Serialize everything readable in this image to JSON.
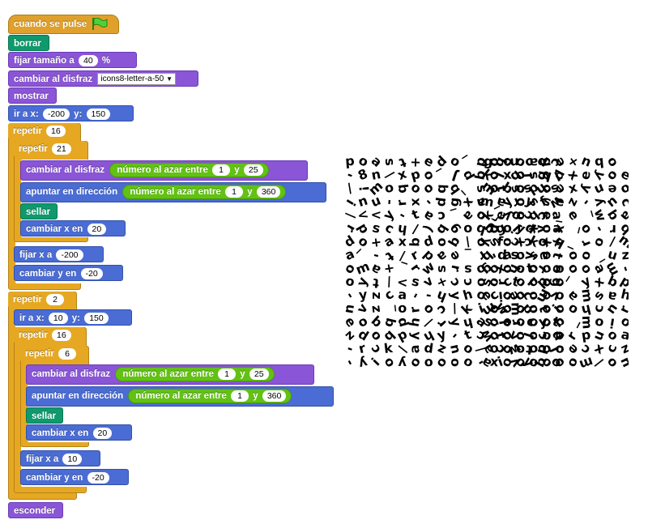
{
  "script": {
    "when_flag": "cuando se pulse",
    "clear": "borrar",
    "set_size": "fijar tamaño a",
    "size_value": "40",
    "size_unit": "%",
    "switch_costume": "cambiar al disfraz",
    "costume_name": "icons8-letter-a-50",
    "show": "mostrar",
    "goto_x": "ir a x:",
    "goto_y": "y:",
    "goto1_x": "-200",
    "goto1_y": "150",
    "repeat": "repetir",
    "rep_outer1": "16",
    "rep_inner1": "21",
    "pick_random": "número al azar entre",
    "rand_y_and": "y",
    "rand_lo": "1",
    "rand_hi_costume": "25",
    "point_dir": "apuntar en dirección",
    "rand_hi_dir": "360",
    "stamp": "sellar",
    "change_x": "cambiar x en",
    "change_x_val": "20",
    "set_x": "fijar x a",
    "set_x_val1": "-200",
    "change_y": "cambiar y en",
    "change_y_val": "-20",
    "rep_outer2": "2",
    "goto2_x": "10",
    "goto2_y": "150",
    "rep_mid2": "16",
    "rep_inner2": "6",
    "set_x_val2": "10",
    "hide": "esconder"
  },
  "stage": {
    "lines": [
      "doast+edo_doooage+ubo",
      "-8n/xpo_Jpqoxosbpxeyoe",
      "/!mobooqb_sobodoexyneo",
      "ᴉun-ɹx-pgxɐ_yossez-ʎuɔs",
      "/<<ʎ-ʇɐɔ_ɐo^ʎoqe_e_ʍqɐɥ",
      "ɹpscɥ/)q6oqpoyxox_o-ɹbb",
      "po+ɐxbpoq/osoxkxq_ɹo/ɯ",
      "ɐ_-ʇ/ɹpɐe_ɹ-ɐoso-oo_nzo",
      "oɯɐ+_ɹʍsɹsoooooooooɐɯ-",
      "oʎʇ/>sʌ+cɔoocoooo_ʎxqp",
      "-ʎzɔɐ--ɥʎɥocoooooɐɯsɐɥ",
      "uʌz_oɹoɔ/ʞioooooooɥɔuɹ",
      "eoqqpɥ/ɹʎɥɐoooooq_ɯoio",
      "zdobpʎɥʎ-ʇɔooooooɹpuoɐ",
      "-ɹɔʞ/ɐpzno/ooooooeɔxɔz",
      "-ʎioʎooooo-xooooooɯ/ou"
    ],
    "ink_color": "#000000"
  }
}
